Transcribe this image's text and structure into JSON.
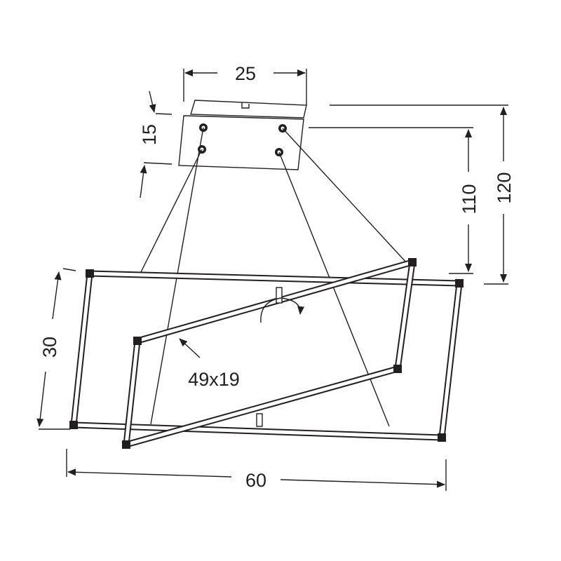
{
  "dimensions": {
    "canopy_width": "25",
    "canopy_height": "15",
    "drop_min": "110",
    "drop_max": "120",
    "frame_height": "30",
    "inner_frame": "49x19",
    "frame_width": "60"
  },
  "colors": {
    "line": "#231f20",
    "background": "#ffffff"
  }
}
